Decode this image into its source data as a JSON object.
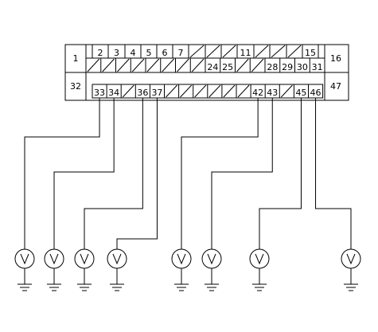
{
  "connector": {
    "pin_1": "1",
    "pin_16": "16",
    "pin_32": "32",
    "pin_47": "47",
    "top_row": [
      {
        "label": "2"
      },
      {
        "label": "3"
      },
      {
        "label": "4"
      },
      {
        "label": "5"
      },
      {
        "label": "6"
      },
      {
        "label": "7"
      },
      {
        "label": ""
      },
      {
        "label": ""
      },
      {
        "label": ""
      },
      {
        "label": "11"
      },
      {
        "label": ""
      },
      {
        "label": ""
      },
      {
        "label": ""
      },
      {
        "label": "15"
      }
    ],
    "middle_row": [
      {
        "label": ""
      },
      {
        "label": ""
      },
      {
        "label": ""
      },
      {
        "label": ""
      },
      {
        "label": ""
      },
      {
        "label": ""
      },
      {
        "label": ""
      },
      {
        "label": ""
      },
      {
        "label": "24"
      },
      {
        "label": "25"
      },
      {
        "label": ""
      },
      {
        "label": ""
      },
      {
        "label": "28"
      },
      {
        "label": "29"
      },
      {
        "label": "30"
      },
      {
        "label": "31"
      }
    ],
    "bottom_row": [
      {
        "label": "33"
      },
      {
        "label": "34"
      },
      {
        "label": ""
      },
      {
        "label": "36"
      },
      {
        "label": "37"
      },
      {
        "label": ""
      },
      {
        "label": ""
      },
      {
        "label": ""
      },
      {
        "label": ""
      },
      {
        "label": ""
      },
      {
        "label": ""
      },
      {
        "label": "42"
      },
      {
        "label": "43"
      },
      {
        "label": ""
      },
      {
        "label": "45"
      },
      {
        "label": "46"
      }
    ]
  },
  "voltmeters": [
    {
      "pin": "33",
      "symbol": "V"
    },
    {
      "pin": "34",
      "symbol": "V"
    },
    {
      "pin": "36",
      "symbol": "V"
    },
    {
      "pin": "37",
      "symbol": "V"
    },
    {
      "pin": "42",
      "symbol": "V"
    },
    {
      "pin": "43",
      "symbol": "V"
    },
    {
      "pin": "45",
      "symbol": "V"
    },
    {
      "pin": "46",
      "symbol": "V"
    }
  ]
}
